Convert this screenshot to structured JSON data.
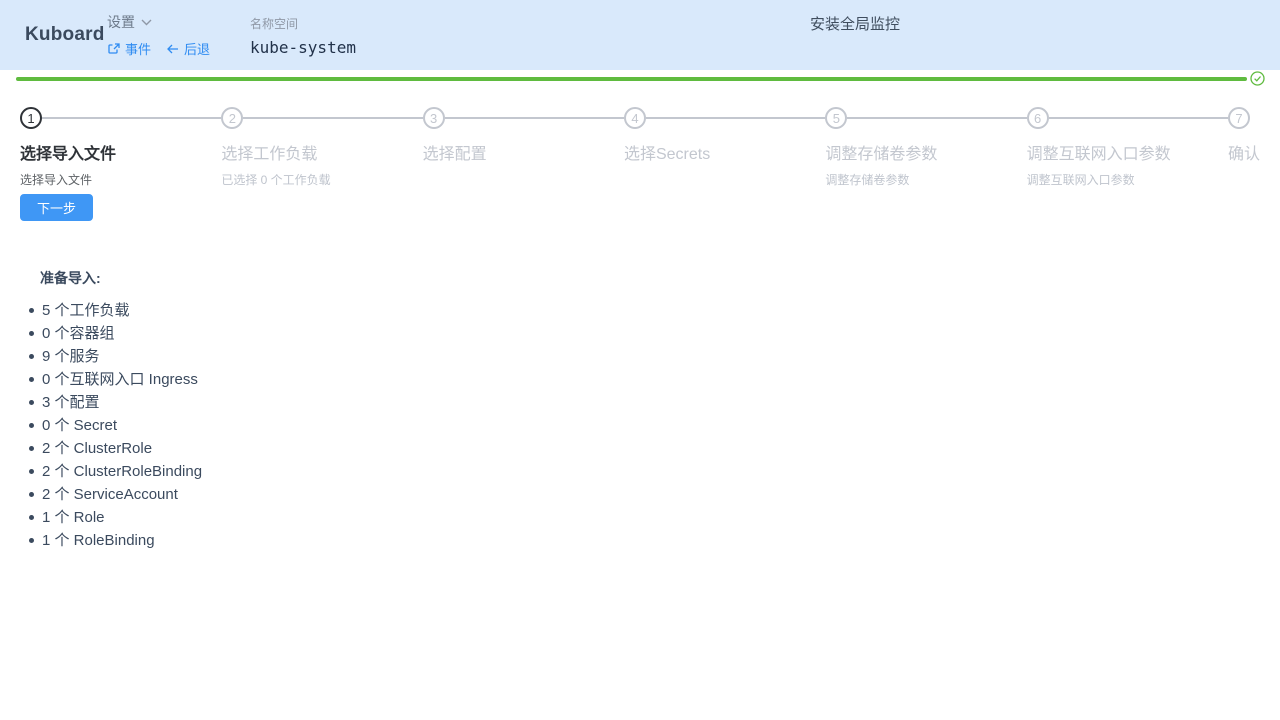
{
  "header": {
    "logo": "Kuboard",
    "settings_label": "设置",
    "events_label": "事件",
    "back_label": "后退",
    "namespace_label": "名称空间",
    "namespace_value": "kube-system",
    "page_title": "安装全局监控"
  },
  "progress": {
    "status": "success",
    "percent": 100
  },
  "steps": [
    {
      "num": "1",
      "title": "选择导入文件",
      "desc": "选择导入文件",
      "state": "active"
    },
    {
      "num": "2",
      "title": "选择工作负载",
      "desc": "已选择 0 个工作负载",
      "state": "wait"
    },
    {
      "num": "3",
      "title": "选择配置",
      "desc": "",
      "state": "wait"
    },
    {
      "num": "4",
      "title": "选择Secrets",
      "desc": "",
      "state": "wait"
    },
    {
      "num": "5",
      "title": "调整存储卷参数",
      "desc": "调整存储卷参数",
      "state": "wait"
    },
    {
      "num": "6",
      "title": "调整互联网入口参数",
      "desc": "调整互联网入口参数",
      "state": "wait"
    },
    {
      "num": "7",
      "title": "确认",
      "desc": "",
      "state": "wait"
    }
  ],
  "actions": {
    "next_label": "下一步"
  },
  "import_summary": {
    "heading": "准备导入:",
    "items": [
      "5 个工作负载",
      "0 个容器组",
      "9 个服务",
      "0 个互联网入口 Ingress",
      "3 个配置",
      "0 个 Secret",
      "2 个 ClusterRole",
      "2 个 ClusterRoleBinding",
      "2 个 ServiceAccount",
      "1 个 Role",
      "1 个 RoleBinding"
    ]
  },
  "colors": {
    "header_bg": "#d9e9fb",
    "link_blue": "#2f8cf2",
    "button_blue": "#3f97f5",
    "success_green": "#5fbb3f",
    "dark_text": "#2f3338",
    "navy_text": "#3b4a5e",
    "muted_gray": "#c3c7cf"
  }
}
